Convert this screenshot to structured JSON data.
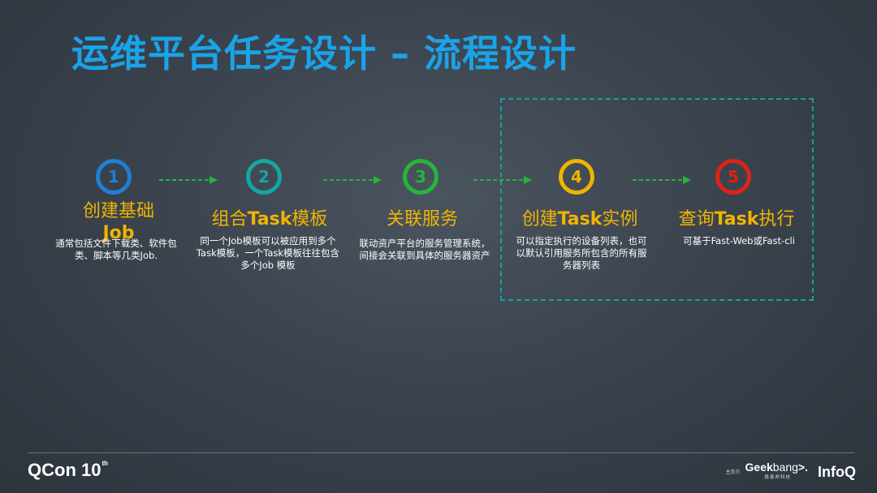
{
  "slide": {
    "title": "运维平台任务设计 – 流程设计"
  },
  "steps": [
    {
      "number": "1",
      "title_plain": "创建基础",
      "title_bold": "Job",
      "description": "通常包括文件下载类、软件包类、脚本等几类Job.",
      "color": "#1f7fd4"
    },
    {
      "number": "2",
      "title_plain_before": "组合",
      "title_bold": "Task",
      "title_plain_after": "模板",
      "description": "同一个Job模板可以被应用到多个Task模板，一个Task模板往往包含多个Job 模板",
      "color": "#13a7a0"
    },
    {
      "number": "3",
      "title_plain": "关联服务",
      "description": "联动资产平台的服务管理系统，间接会关联到具体的服务器资产",
      "color": "#27b43c"
    },
    {
      "number": "4",
      "title_plain_before": "创建",
      "title_bold": "Task",
      "title_plain_after": "实例",
      "description": "可以指定执行的设备列表，也可以默认引用服务所包含的所有服务器列表",
      "color": "#f0b400"
    },
    {
      "number": "5",
      "title_plain_before": "查询",
      "title_bold": "Task",
      "title_plain_after": "执行",
      "description": "可基于Fast-Web或Fast-cli",
      "color": "#e02218"
    }
  ],
  "colors": {
    "title": "#1aa3e8",
    "step_title": "#f0b400",
    "arrow": "#27b43c",
    "highlight_box": "#14a39a"
  },
  "footer": {
    "left_brand": "QCon",
    "left_brand_mark": "10",
    "left_brand_sup": "th",
    "host_label": "主办方",
    "geekbang_main": "Geek",
    "geekbang_rest": "bang",
    "geekbang_mark": ">.",
    "geekbang_sub": "极客邦科技",
    "infoq": "InfoQ"
  }
}
